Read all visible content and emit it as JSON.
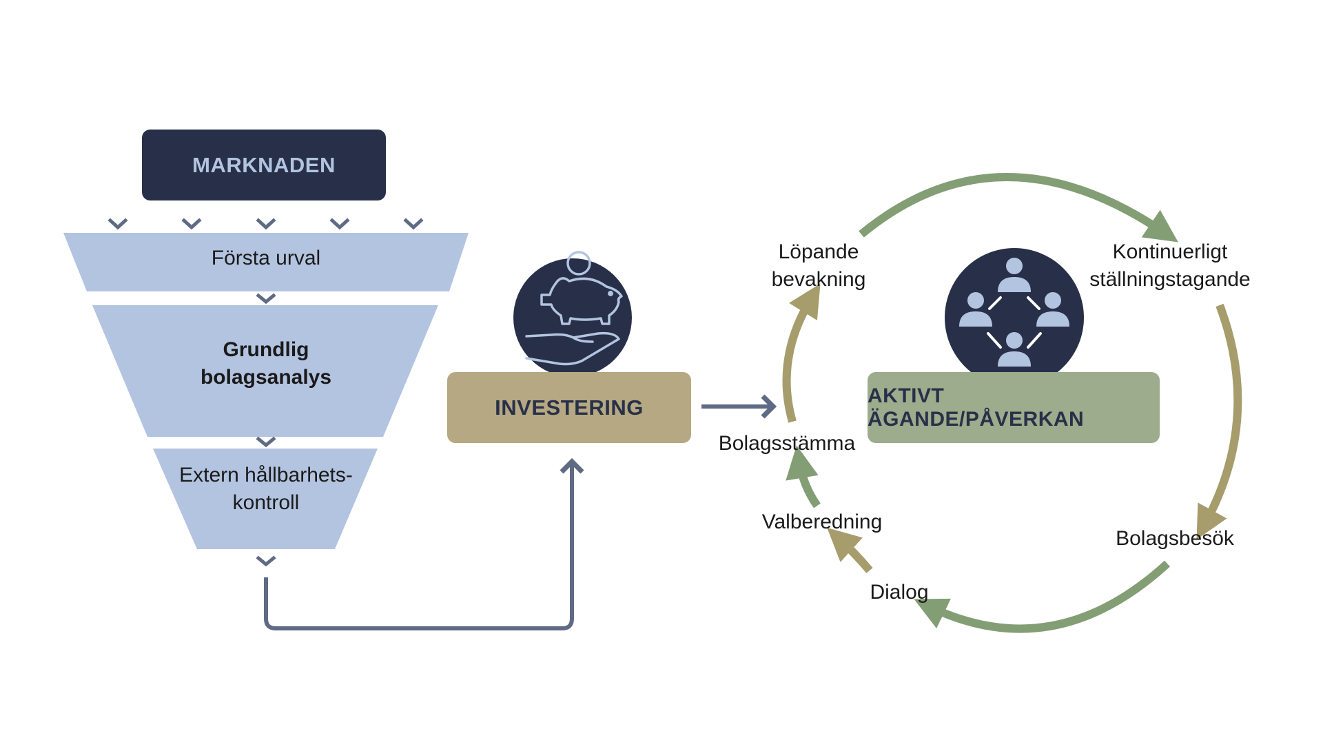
{
  "funnel": {
    "top_label": "MARKNADEN",
    "stage1": "Första urval",
    "stage2_line1": "Grundlig",
    "stage2_line2": "bolagsanalys",
    "stage3_line1": "Extern hållbarhets-",
    "stage3_line2": "kontroll"
  },
  "investering": {
    "label": "INVESTERING",
    "icon": "piggy-bank-in-hand-icon"
  },
  "aktivt": {
    "label": "AKTIVT ÄGANDE/PÅVERKAN",
    "icon": "connected-people-icon"
  },
  "cycle": {
    "lopande_line1": "Löpande",
    "lopande_line2": "bevakning",
    "kont_line1": "Kontinuerligt",
    "kont_line2": "ställningstagande",
    "bolagsbesok": "Bolagsbesök",
    "dialog": "Dialog",
    "valberedning": "Valberedning",
    "bolagsstamma": "Bolagsstämma"
  },
  "colors": {
    "navy": "#283049",
    "funnel_blue": "#b3c4e0",
    "tan": "#b5a882",
    "tan_arrow": "#a69c6c",
    "sage": "#9cac8c",
    "green_arrow": "#839e74",
    "connector": "#5f6a84"
  }
}
